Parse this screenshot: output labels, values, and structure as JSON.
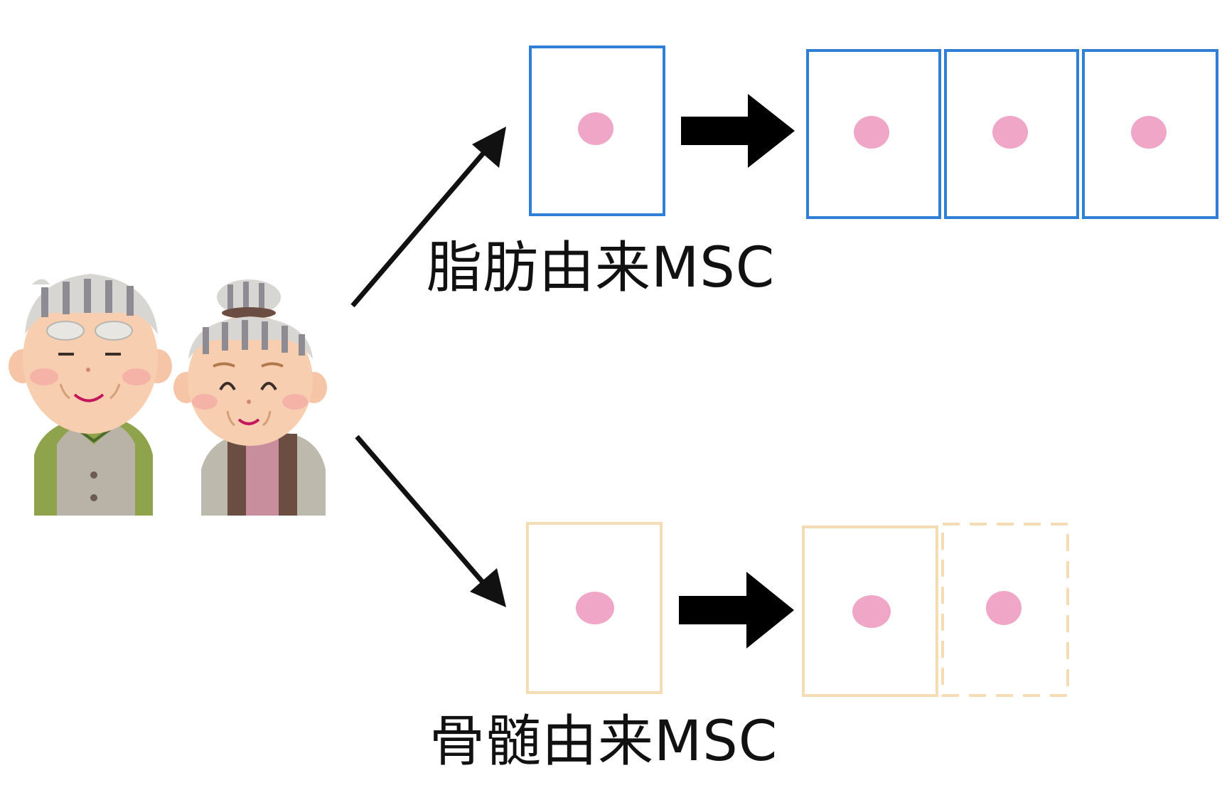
{
  "labels": {
    "adipose": "脂肪由来MSC",
    "bone_marrow": "骨髄由来MSC"
  },
  "colors": {
    "adipose_cell_border": "#2f7fd6",
    "bone_cell_border": "#f6dcb4",
    "nucleus": "#f0a6c6",
    "arrow": "#111111"
  },
  "icons": {
    "people": "elderly-couple-illustration"
  }
}
